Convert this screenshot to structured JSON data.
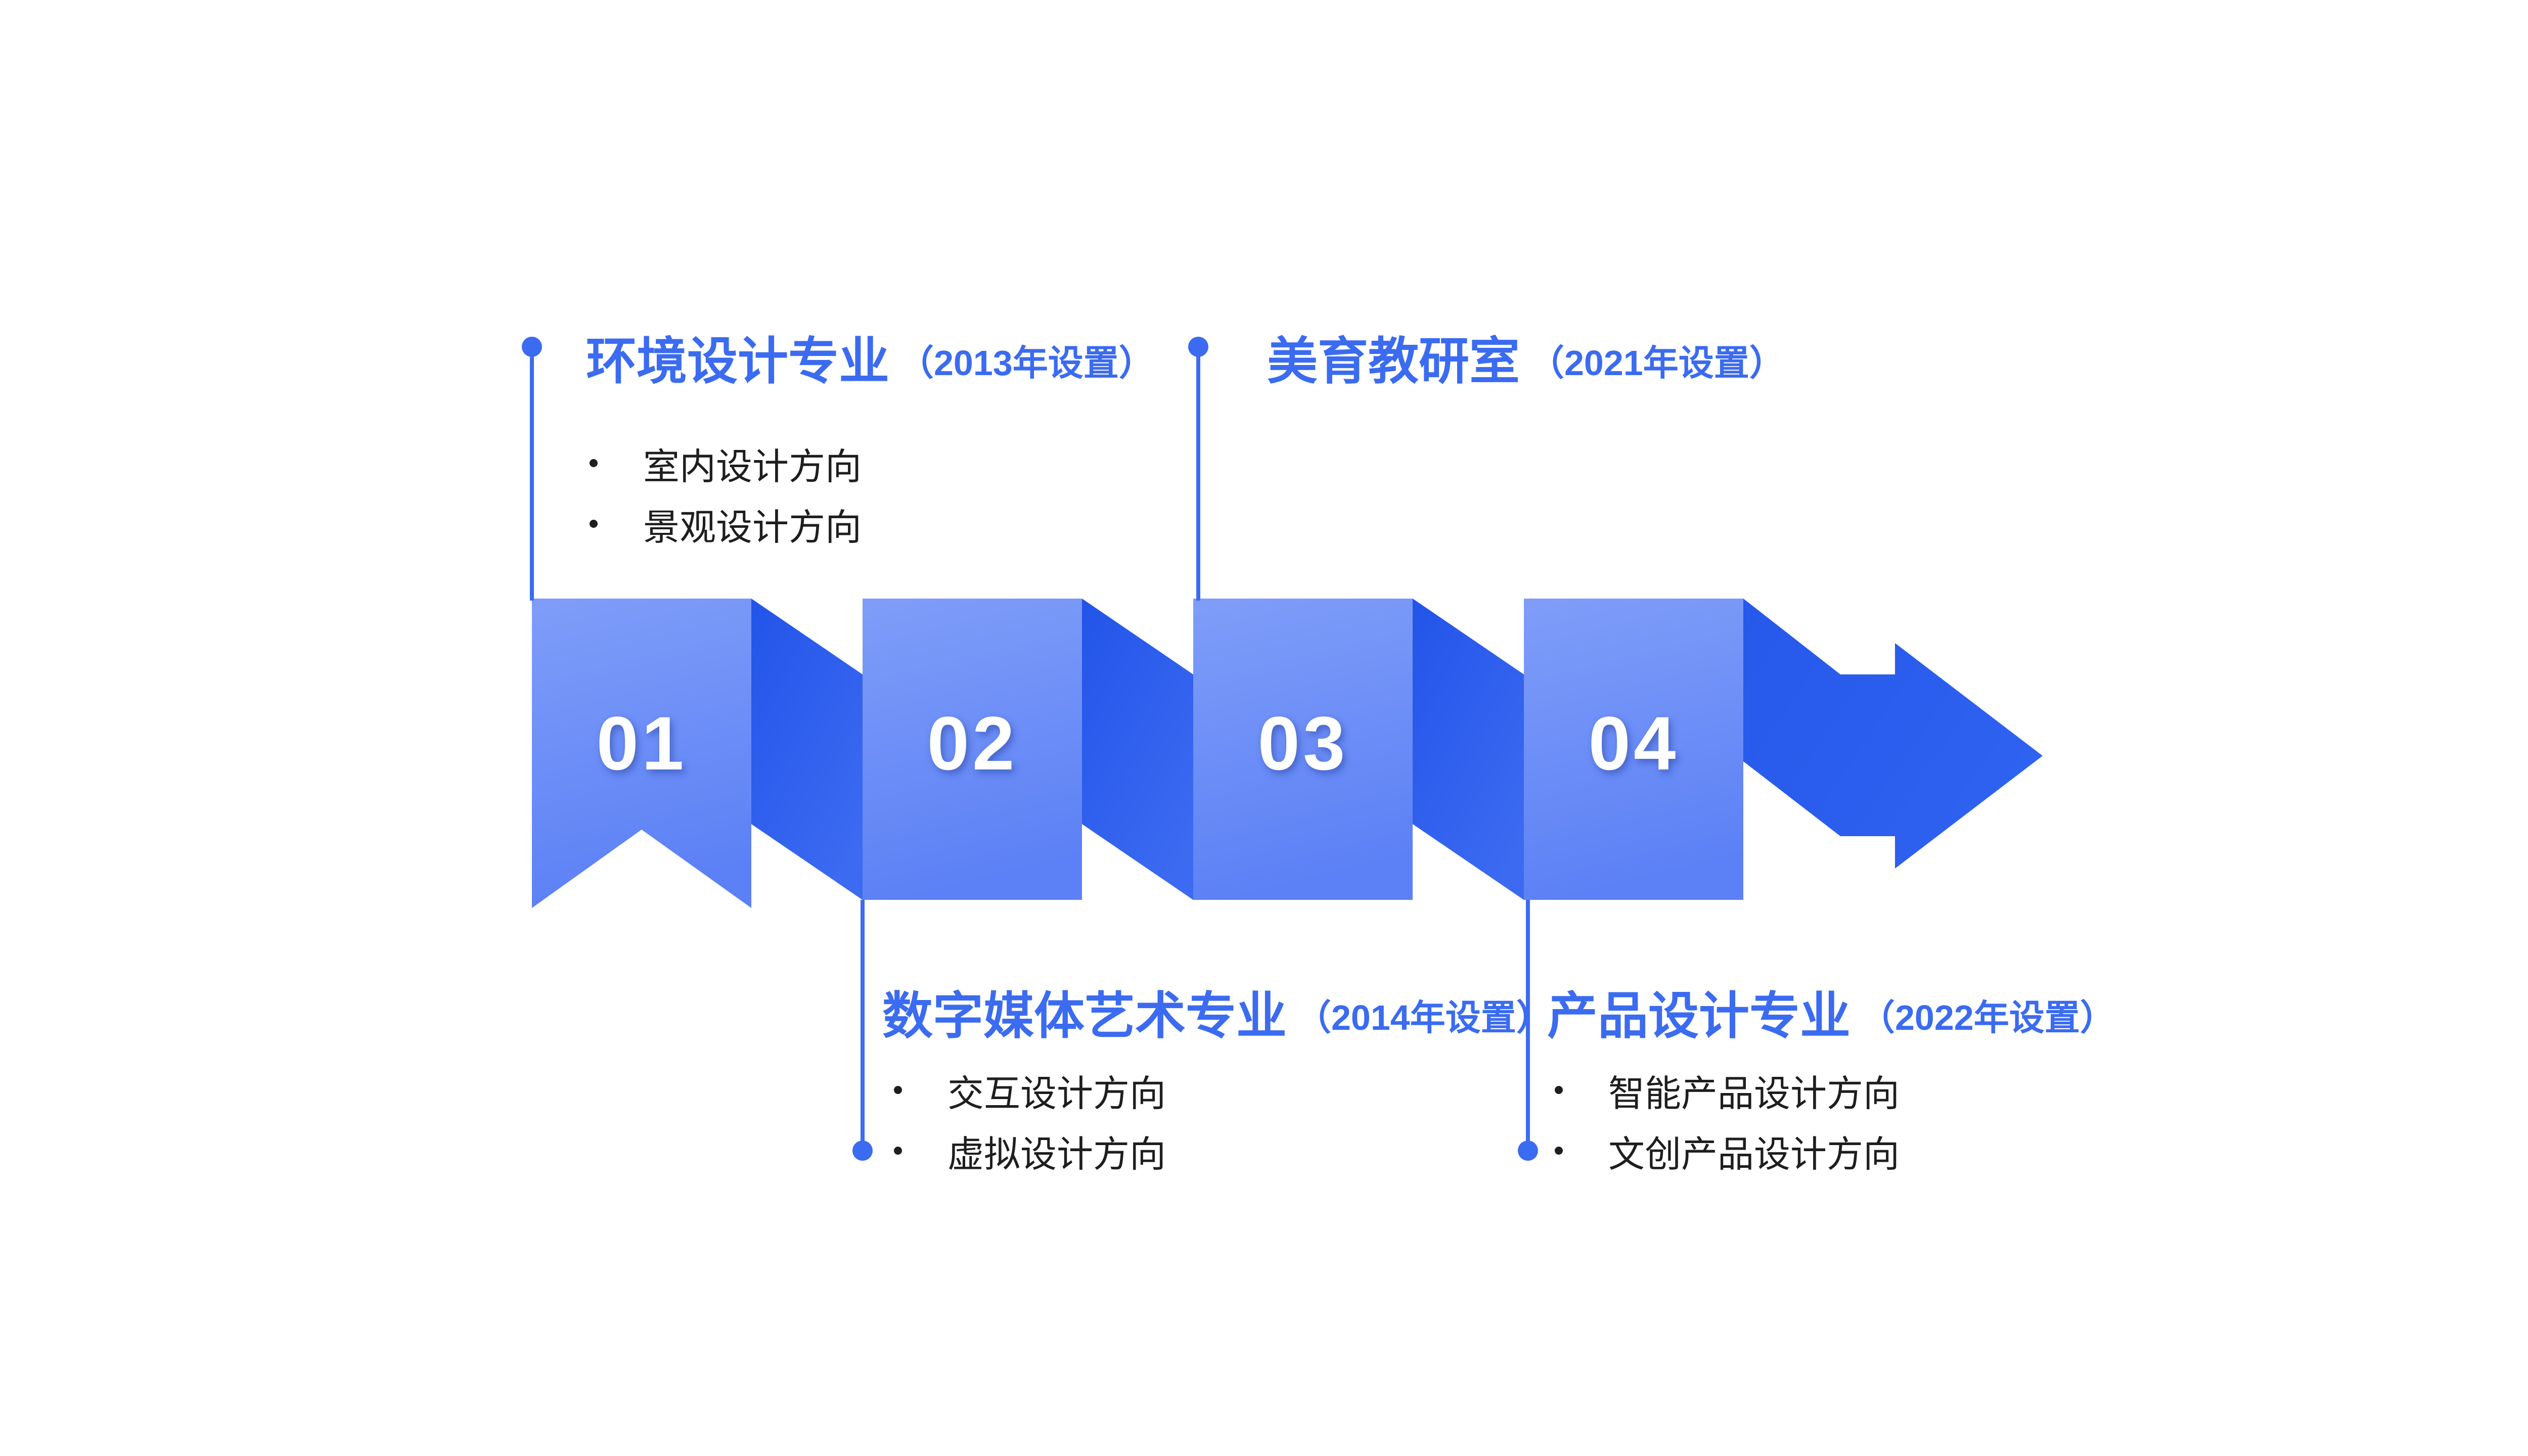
{
  "slide": {
    "background": "#ffffff",
    "description": "Department timeline ribbon diagram with four numbered steps and an arrow"
  },
  "colors": {
    "accent_blue": "#3B6BF0",
    "panel_gradient_top": "#7F9DF8",
    "panel_gradient_bottom": "#5C81F6",
    "fold_gradient_dark": "#2254E9",
    "fold_gradient_light": "#3C6AF1",
    "bullet_text": "#1E1E1E",
    "number_text": "#FFFFFF"
  },
  "timeline": {
    "steps": [
      {
        "number": "01"
      },
      {
        "number": "02"
      },
      {
        "number": "03"
      },
      {
        "number": "04"
      }
    ]
  },
  "sections": [
    {
      "title": "环境设计专业",
      "year": "（2013年设置）",
      "bullets": [
        "室内设计方向",
        "景观设计方向"
      ]
    },
    {
      "title": "美育教研室",
      "year": "（2021年设置）",
      "bullets": []
    },
    {
      "title": "数字媒体艺术专业",
      "year": "（2014年设置）",
      "bullets": [
        "交互设计方向",
        "虚拟设计方向"
      ]
    },
    {
      "title": "产品设计专业",
      "year": "（2022年设置）",
      "bullets": [
        "智能产品设计方向",
        "文创产品设计方向"
      ]
    }
  ]
}
